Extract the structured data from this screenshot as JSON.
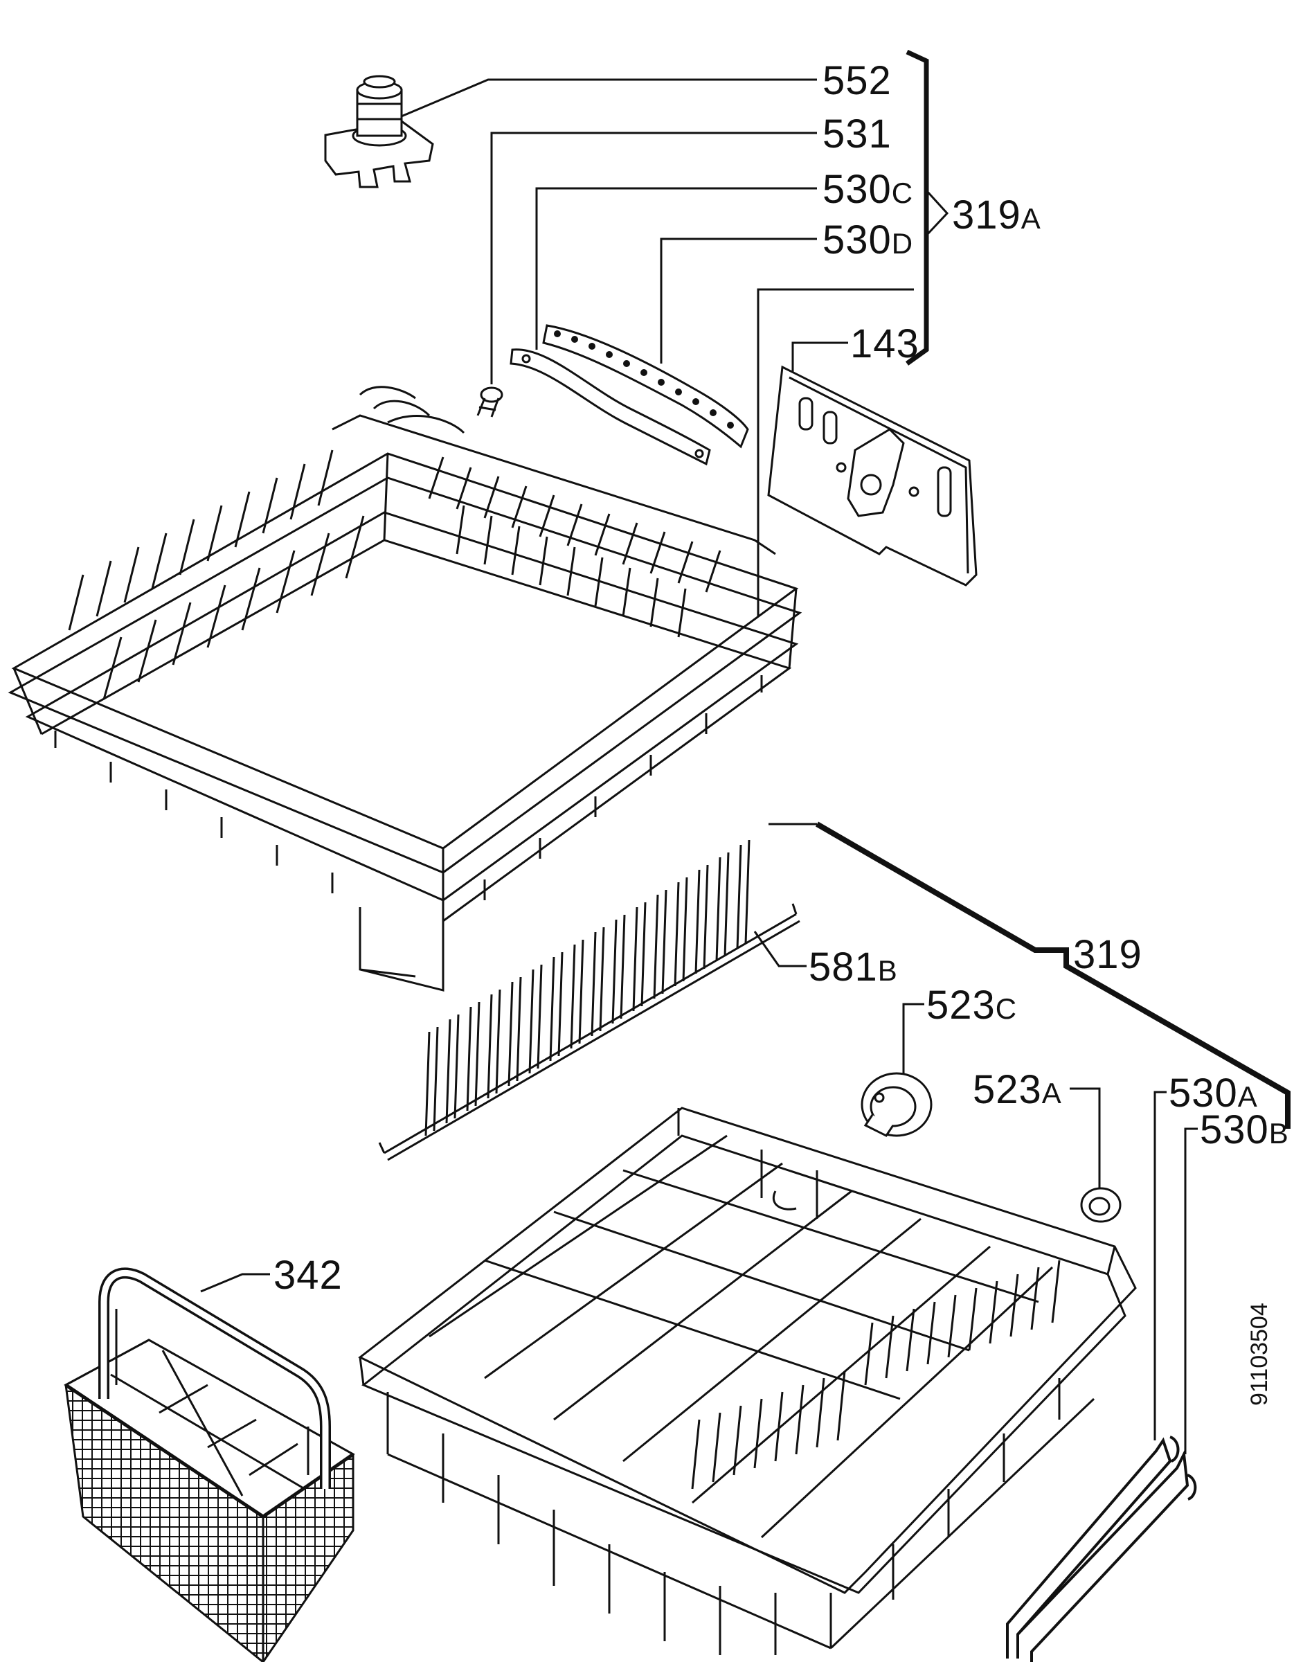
{
  "diagram": {
    "labels": {
      "p552": {
        "num": "552",
        "suffix": ""
      },
      "p531": {
        "num": "531",
        "suffix": ""
      },
      "p530c": {
        "num": "530",
        "suffix": "C"
      },
      "p530d": {
        "num": "530",
        "suffix": "D"
      },
      "p319a": {
        "num": "319",
        "suffix": "A"
      },
      "p143": {
        "num": "143",
        "suffix": ""
      },
      "p319": {
        "num": "319",
        "suffix": ""
      },
      "p581b": {
        "num": "581",
        "suffix": "B"
      },
      "p523c": {
        "num": "523",
        "suffix": "C"
      },
      "p523a": {
        "num": "523",
        "suffix": "A"
      },
      "p530a": {
        "num": "530",
        "suffix": "A"
      },
      "p530b": {
        "num": "530",
        "suffix": "B"
      },
      "p342": {
        "num": "342",
        "suffix": ""
      }
    },
    "drawing_code": "91103504",
    "colors": {
      "line": "#111111",
      "background": "#ffffff"
    }
  }
}
